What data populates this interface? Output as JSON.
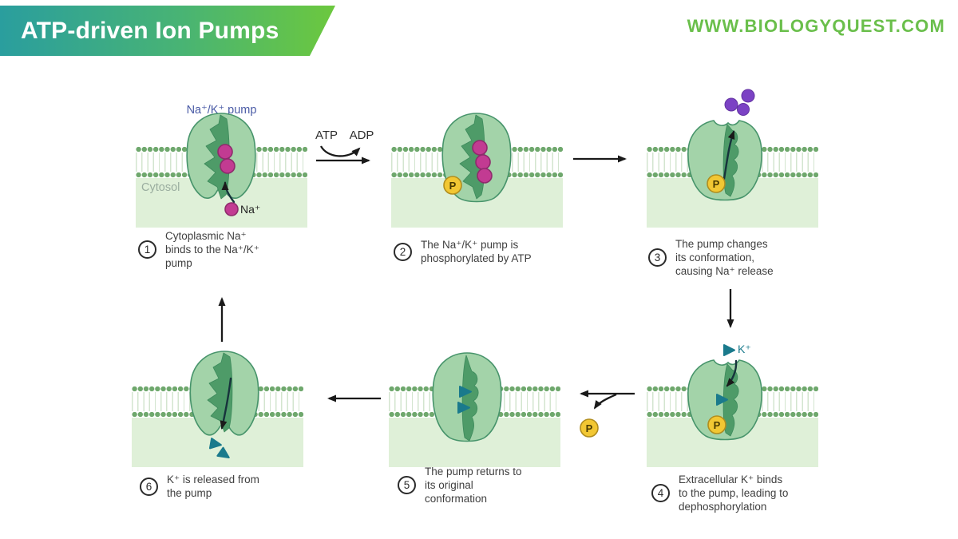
{
  "header": {
    "title": "ATP-driven Ion Pumps",
    "website": "WWW.BIOLOGYQUEST.COM"
  },
  "diagram": {
    "pump_label": "Na⁺/K⁺ pump",
    "cytosol_label": "Cytosol",
    "atp_label": "ATP",
    "adp_label": "ADP",
    "na_label": "Na⁺",
    "k_label": "K⁺",
    "phosphate_label": "P"
  },
  "steps": [
    {
      "number": "1",
      "lines": [
        "Cytoplasmic Na⁺",
        "binds to the Na⁺/K⁺",
        "pump"
      ]
    },
    {
      "number": "2",
      "lines": [
        "The Na⁺/K⁺ pump is",
        "phosphorylated by ATP"
      ]
    },
    {
      "number": "3",
      "lines": [
        "The pump changes",
        "its conformation,",
        "causing Na⁺ release"
      ]
    },
    {
      "number": "4",
      "lines": [
        "Extracellular K⁺ binds",
        "to the pump, leading to",
        "dephosphorylation"
      ]
    },
    {
      "number": "5",
      "lines": [
        "The pump returns to",
        "its original",
        "conformation"
      ]
    },
    {
      "number": "6",
      "lines": [
        "K⁺ is released from",
        "the pump"
      ]
    }
  ],
  "colors": {
    "banner_gradient_start": "#2A9E9E",
    "banner_gradient_end": "#6CC83E",
    "website_text": "#6ABF4B",
    "membrane_heads": "#6FA86D",
    "cytosol_fill": "#DFF0D8",
    "pump_body": "#A3D3A9",
    "pump_inner": "#4E9B68",
    "sodium_ion": "#C23B92",
    "sodium_released": "#7B42C4",
    "potassium_ion": "#1A7A8C",
    "phosphate_fill": "#F2C733",
    "step_text": "#3F3F3F",
    "pump_label_text": "#4A5BA6",
    "cytosol_label_text": "#9AAD9F",
    "arrow": "#1A1A1A"
  }
}
